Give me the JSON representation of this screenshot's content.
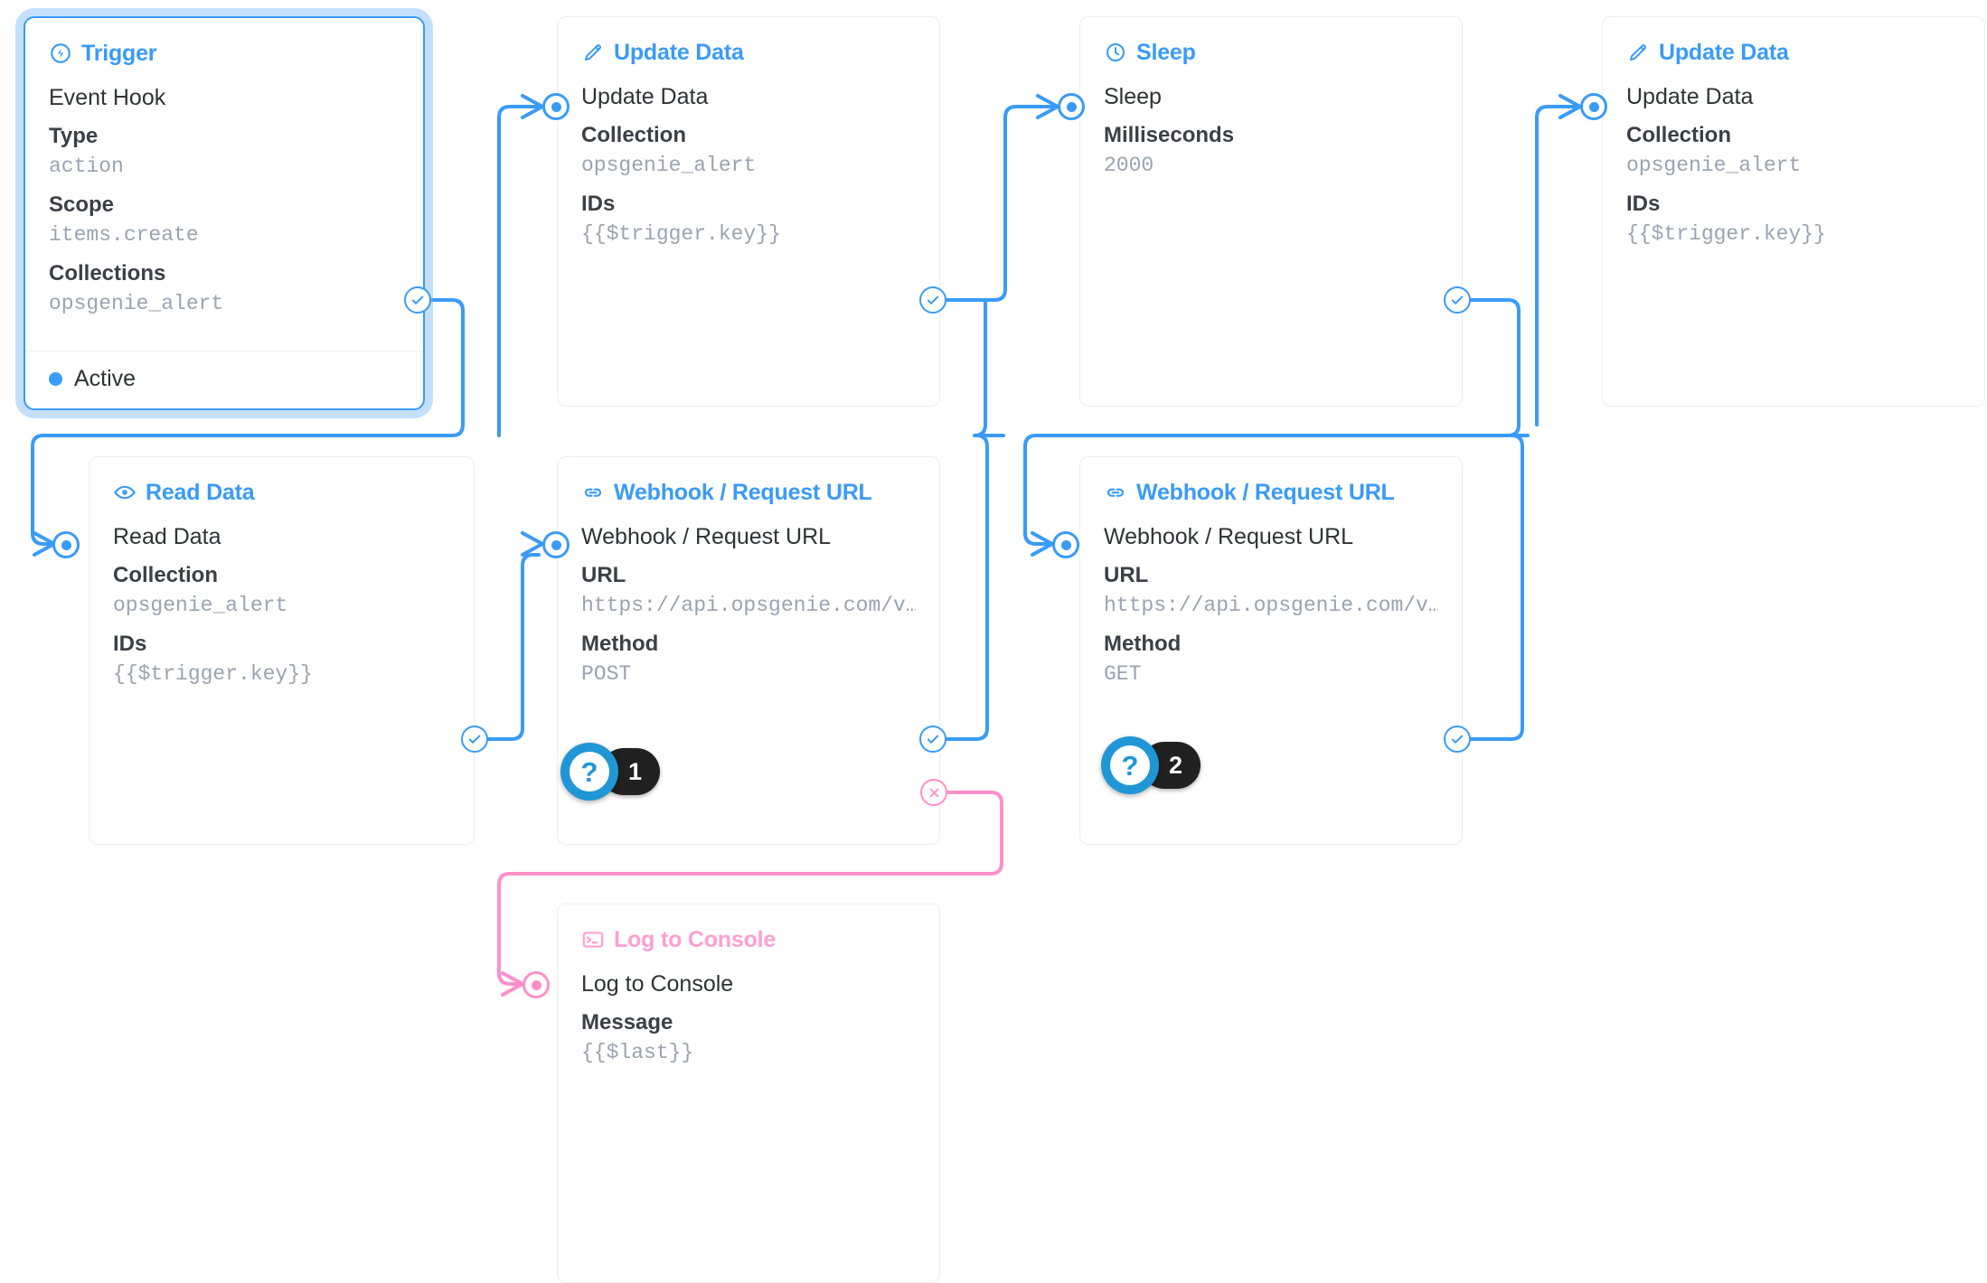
{
  "theme": {
    "accent": "#3a9bf5",
    "accent_dark": "#2196d6",
    "reject": "#ff8fcb",
    "pink_label": "#ff9ed2",
    "label_text": "#3b4046",
    "value_text": "#9aa3b0",
    "card_border": "#ebedf0",
    "badge_bg": "#212121",
    "active_dot": "#3a9bf5"
  },
  "nodes": {
    "trigger": {
      "header": "Trigger",
      "icon": "bolt-circle-icon",
      "row_title": "Event Hook",
      "fields": [
        {
          "label": "Type",
          "value": "action"
        },
        {
          "label": "Scope",
          "value": "items.create"
        },
        {
          "label": "Collections",
          "value": "opsgenie_alert"
        }
      ],
      "status": "Active"
    },
    "update_data_1": {
      "header": "Update Data",
      "icon": "pencil-icon",
      "row_title": "Update Data",
      "fields": [
        {
          "label": "Collection",
          "value": "opsgenie_alert"
        },
        {
          "label": "IDs",
          "value": "{{$trigger.key}}"
        }
      ]
    },
    "sleep": {
      "header": "Sleep",
      "icon": "clock-icon",
      "row_title": "Sleep",
      "fields": [
        {
          "label": "Milliseconds",
          "value": "2000"
        }
      ]
    },
    "update_data_2": {
      "header": "Update Data",
      "icon": "pencil-icon",
      "row_title": "Update Data",
      "fields": [
        {
          "label": "Collection",
          "value": "opsgenie_alert"
        },
        {
          "label": "IDs",
          "value": "{{$trigger.key}}"
        }
      ]
    },
    "read_data": {
      "header": "Read Data",
      "icon": "eye-icon",
      "row_title": "Read Data",
      "fields": [
        {
          "label": "Collection",
          "value": "opsgenie_alert"
        },
        {
          "label": "IDs",
          "value": "{{$trigger.key}}"
        }
      ]
    },
    "webhook_post": {
      "header": "Webhook / Request URL",
      "icon": "link-icon",
      "row_title": "Webhook / Request URL",
      "fields": [
        {
          "label": "URL",
          "value": "https://api.opsgenie.com/v…"
        },
        {
          "label": "Method",
          "value": "POST"
        }
      ]
    },
    "webhook_get": {
      "header": "Webhook / Request URL",
      "icon": "link-icon",
      "row_title": "Webhook / Request URL",
      "fields": [
        {
          "label": "URL",
          "value": "https://api.opsgenie.com/v…"
        },
        {
          "label": "Method",
          "value": "GET"
        }
      ]
    },
    "log_to_console": {
      "header": "Log to Console",
      "icon": "terminal-icon",
      "row_title": "Log to Console",
      "fields": [
        {
          "label": "Message",
          "value": "{{$last}}"
        }
      ]
    }
  },
  "cursor_badges": [
    {
      "glyph": "?",
      "number": "1"
    },
    {
      "glyph": "?",
      "number": "2"
    }
  ]
}
